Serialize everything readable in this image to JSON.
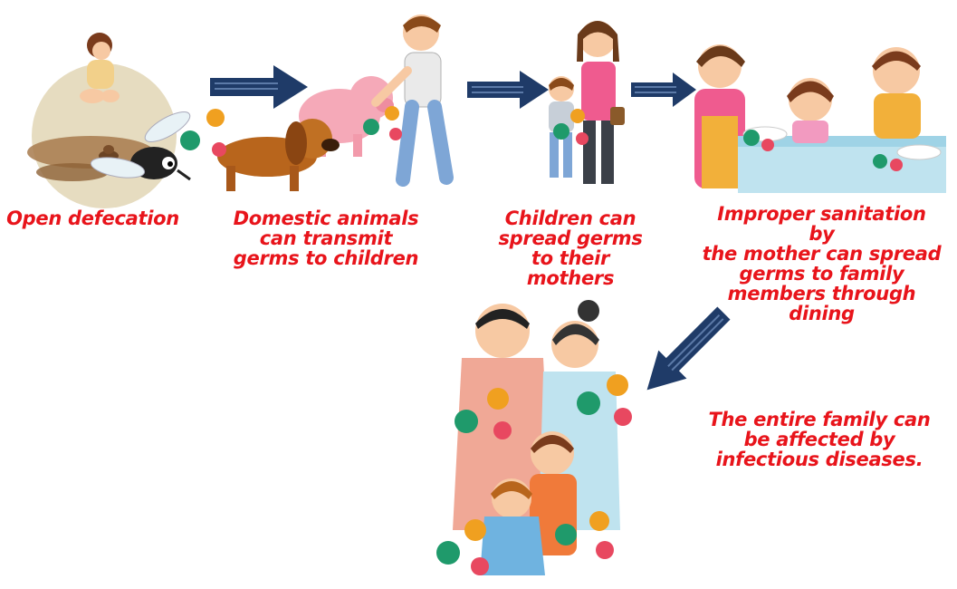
{
  "stages": [
    {
      "id": "open-defecation",
      "lines": [
        "Open defecation"
      ]
    },
    {
      "id": "domestic-animals",
      "lines": [
        "Domestic animals",
        "can transmit",
        "germs to children"
      ]
    },
    {
      "id": "children-spread",
      "lines": [
        "Children can",
        "spread germs",
        "to their",
        "mothers"
      ]
    },
    {
      "id": "mother-sanitation",
      "lines": [
        "Improper sanitation by",
        "the mother can spread",
        "germs to family",
        "members through",
        "dining"
      ]
    },
    {
      "id": "family-affected",
      "lines": [
        "The entire family can",
        "be affected by",
        "infectious diseases."
      ]
    }
  ],
  "colors": {
    "caption": "#e8141b",
    "arrow": "#1f3b68",
    "germ_green": "#1f9a6b",
    "germ_orange": "#f0a020",
    "germ_red": "#e84860"
  },
  "icons": [
    "fly-icon",
    "poop-icon",
    "dog-icon",
    "pig-icon",
    "boy-icon",
    "mother-icon",
    "family-dinner-icon",
    "sick-family-icon",
    "germ-icon",
    "flow-arrow-icon"
  ]
}
